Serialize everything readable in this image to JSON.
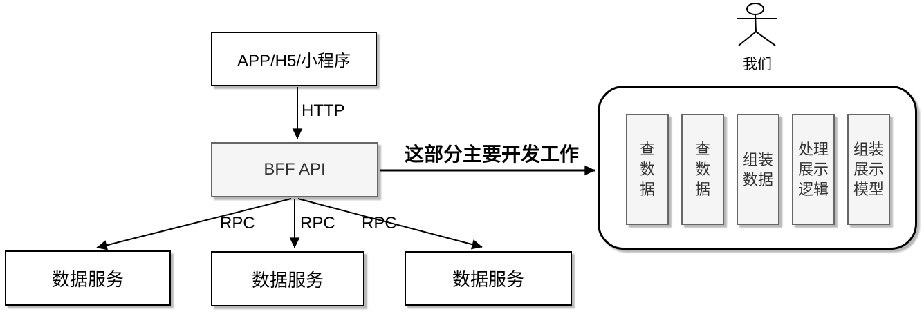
{
  "nodes": {
    "client": {
      "label": "APP/H5/小程序"
    },
    "bff": {
      "label": "BFF API"
    },
    "services": [
      {
        "label": "数据服务"
      },
      {
        "label": "数据服务"
      },
      {
        "label": "数据服务"
      }
    ]
  },
  "edges": {
    "http": {
      "label": "HTTP"
    },
    "work": {
      "label": "这部分主要开发工作"
    },
    "rpc": [
      {
        "label": "RPC"
      },
      {
        "label": "RPC"
      },
      {
        "label": "RPC"
      }
    ]
  },
  "work_panel": {
    "items": [
      {
        "label": "查\n数\n据"
      },
      {
        "label": "查\n数\n据"
      },
      {
        "label": "组装\n数据"
      },
      {
        "label": "处理\n展示\n逻辑"
      },
      {
        "label": "组装\n展示\n模型"
      }
    ]
  },
  "actor": {
    "label": "我们"
  },
  "colors": {
    "line": "#000000",
    "box_fill": "#ffffff",
    "gray_fill": "#f5f5f5",
    "gray_border": "#666666",
    "gray_text": "#333333",
    "shadow": "#b3b3b3"
  }
}
